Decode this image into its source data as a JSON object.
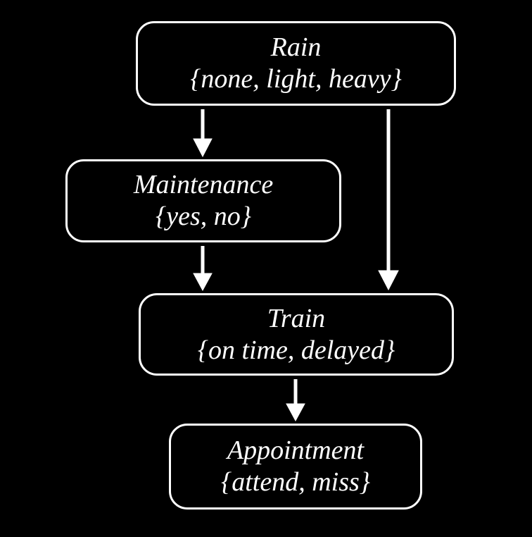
{
  "diagram": {
    "type": "bayesian-network",
    "background_color": "#000000",
    "stroke_color": "#ffffff",
    "text_color": "#ffffff",
    "nodes": [
      {
        "id": "rain",
        "name": "Rain",
        "states": "{none, light, heavy}"
      },
      {
        "id": "maintenance",
        "name": "Maintenance",
        "states": "{yes, no}"
      },
      {
        "id": "train",
        "name": "Train",
        "states": "{on time, delayed}"
      },
      {
        "id": "appointment",
        "name": "Appointment",
        "states": "{attend, miss}"
      }
    ],
    "edges": [
      {
        "id": "rain-maintenance",
        "from": "Rain",
        "to": "Maintenance"
      },
      {
        "id": "rain-train",
        "from": "Rain",
        "to": "Train"
      },
      {
        "id": "maintenance-train",
        "from": "Maintenance",
        "to": "Train"
      },
      {
        "id": "train-appointment",
        "from": "Train",
        "to": "Appointment"
      }
    ]
  }
}
